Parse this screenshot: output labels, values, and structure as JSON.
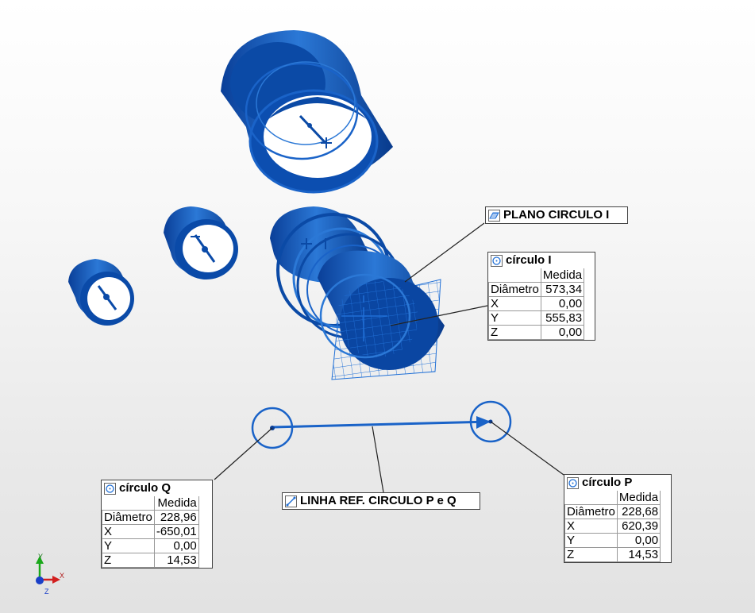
{
  "labels": {
    "plano_circulo_i": {
      "title": "PLANO CIRCULO I",
      "icon": "plane-icon"
    },
    "linha_ref": {
      "title": "LINHA REF. CIRCULO P e Q",
      "icon": "line-icon"
    }
  },
  "circles": {
    "circulo_i": {
      "title": "círculo I",
      "icon": "circle-feature-icon",
      "column": "Medida",
      "rows": [
        {
          "name": "Diâmetro",
          "value": "573,34"
        },
        {
          "name": "X",
          "value": "0,00"
        },
        {
          "name": "Y",
          "value": "555,83"
        },
        {
          "name": "Z",
          "value": "0,00"
        }
      ]
    },
    "circulo_q": {
      "title": "círculo Q",
      "icon": "circle-feature-icon",
      "column": "Medida",
      "rows": [
        {
          "name": "Diâmetro",
          "value": "228,96"
        },
        {
          "name": "X",
          "value": "-650,01"
        },
        {
          "name": "Y",
          "value": "0,00"
        },
        {
          "name": "Z",
          "value": "14,53"
        }
      ]
    },
    "circulo_p": {
      "title": "círculo P",
      "icon": "circle-feature-icon",
      "column": "Medida",
      "rows": [
        {
          "name": "Diâmetro",
          "value": "228,68"
        },
        {
          "name": "X",
          "value": "620,39"
        },
        {
          "name": "Y",
          "value": "0,00"
        },
        {
          "name": "Z",
          "value": "14,53"
        }
      ]
    }
  },
  "triad": {
    "x": "X",
    "y": "Y",
    "z": "Z"
  },
  "colors": {
    "model": "#0a4aa8",
    "model_dark": "#062f7c",
    "model_light": "#2d7fd8",
    "leader": "#222222"
  }
}
